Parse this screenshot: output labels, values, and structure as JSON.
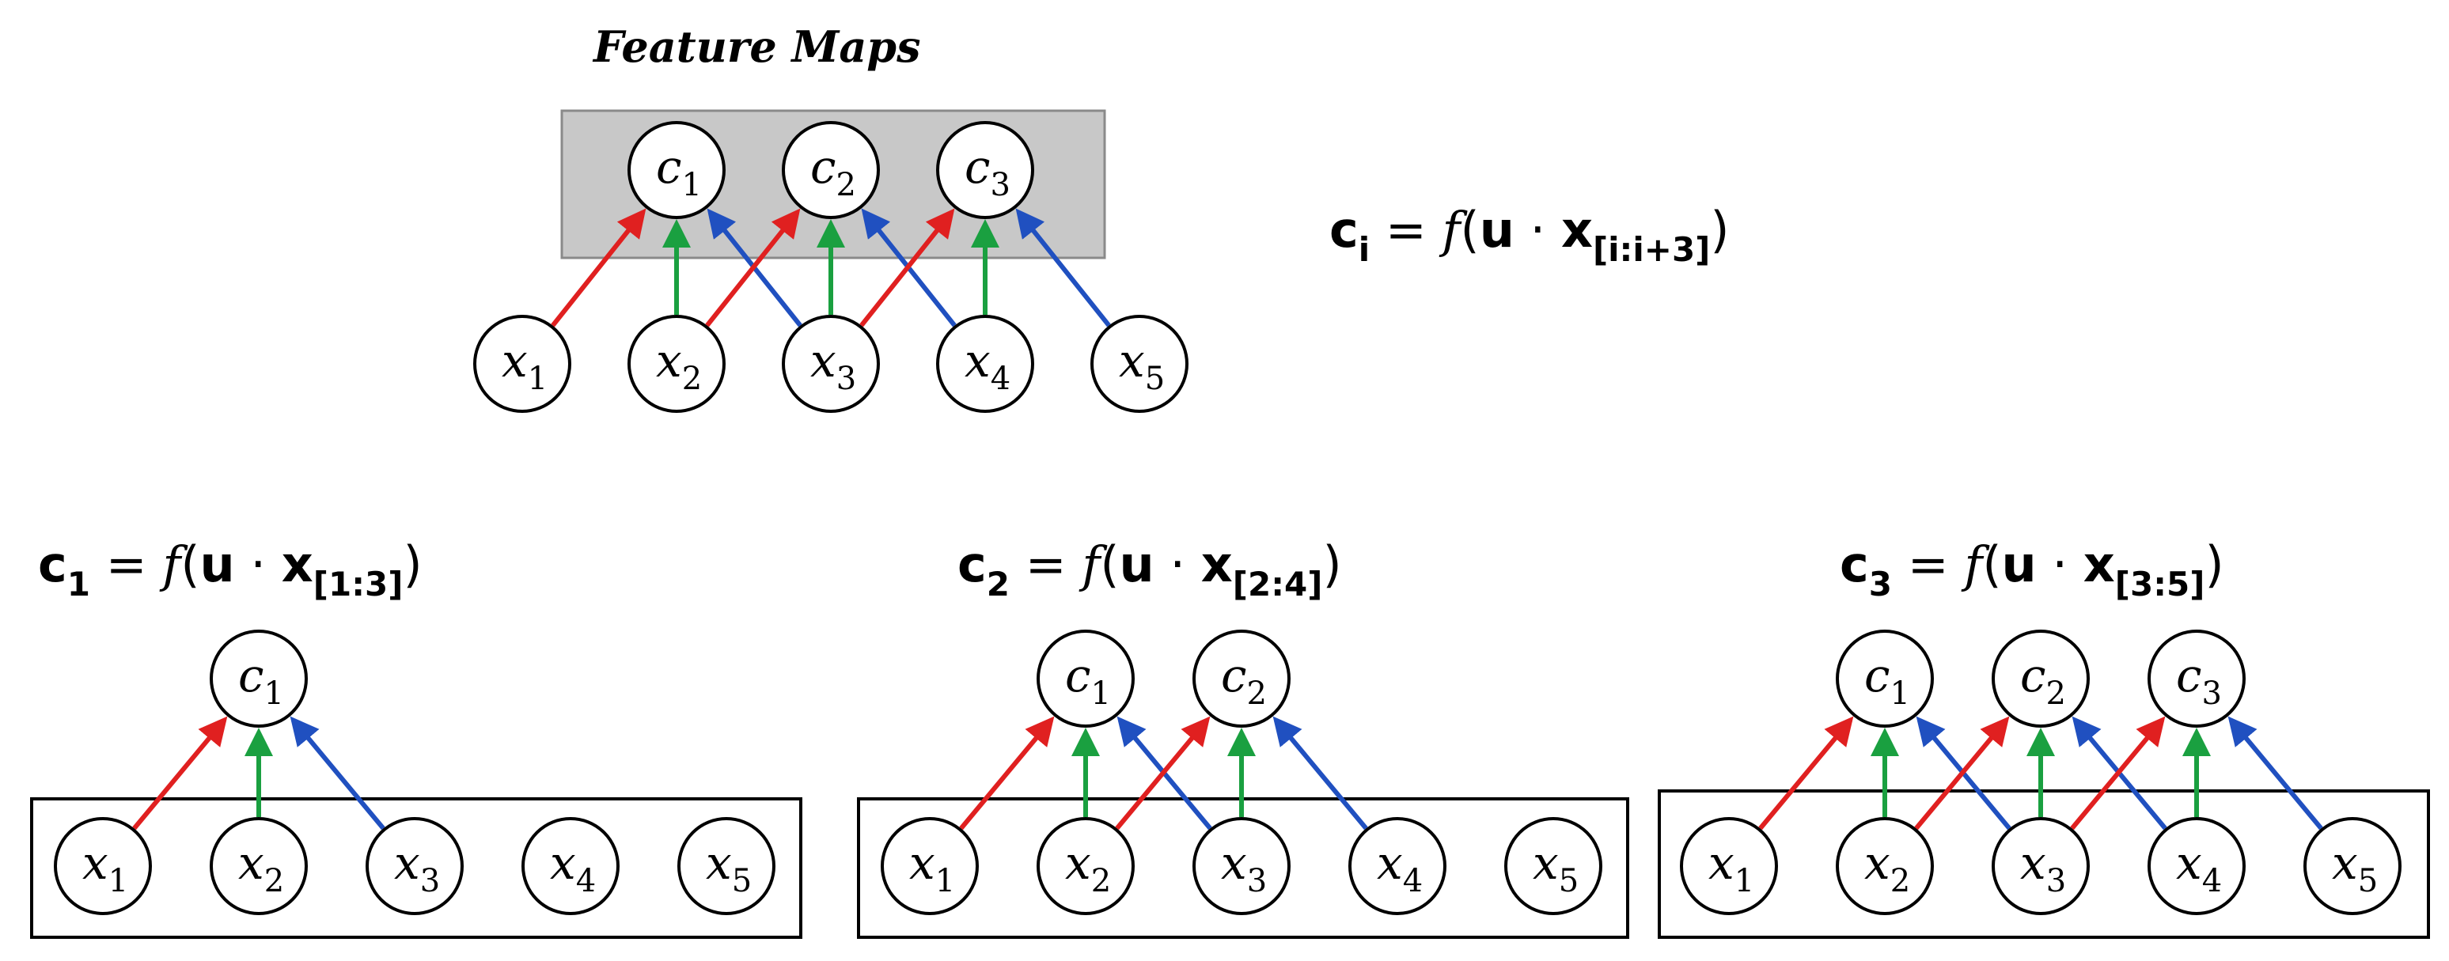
{
  "colors": {
    "left_edge": "#e02020",
    "center_edge": "#1aa040",
    "right_edge": "#2050c0",
    "feature_box": "#c8c8c8"
  },
  "top": {
    "title": "Feature Maps",
    "formula": {
      "lhs": "c",
      "lhs_sub": "i",
      "eq": " = ",
      "func": "f",
      "open": "(",
      "u": "u",
      "dot": " · ",
      "x": "x",
      "range": "[i:i+3]",
      "close": ")"
    },
    "outputs": [
      {
        "letter": "c",
        "sub": "1"
      },
      {
        "letter": "c",
        "sub": "2"
      },
      {
        "letter": "c",
        "sub": "3"
      }
    ],
    "inputs": [
      {
        "letter": "x",
        "sub": "1"
      },
      {
        "letter": "x",
        "sub": "2"
      },
      {
        "letter": "x",
        "sub": "3"
      },
      {
        "letter": "x",
        "sub": "4"
      },
      {
        "letter": "x",
        "sub": "5"
      }
    ]
  },
  "panels": [
    {
      "formula": {
        "lhs": "c",
        "lhs_sub": "1",
        "eq": " = ",
        "func": "f",
        "open": "(",
        "u": "u",
        "dot": " · ",
        "x": "x",
        "range": "[1:3]",
        "close": ")"
      },
      "outputs": [
        {
          "letter": "c",
          "sub": "1"
        }
      ],
      "inputs": [
        {
          "letter": "x",
          "sub": "1"
        },
        {
          "letter": "x",
          "sub": "2"
        },
        {
          "letter": "x",
          "sub": "3"
        },
        {
          "letter": "x",
          "sub": "4"
        },
        {
          "letter": "x",
          "sub": "5"
        }
      ]
    },
    {
      "formula": {
        "lhs": "c",
        "lhs_sub": "2",
        "eq": " = ",
        "func": "f",
        "open": "(",
        "u": "u",
        "dot": " · ",
        "x": "x",
        "range": "[2:4]",
        "close": ")"
      },
      "outputs": [
        {
          "letter": "c",
          "sub": "1"
        },
        {
          "letter": "c",
          "sub": "2"
        }
      ],
      "inputs": [
        {
          "letter": "x",
          "sub": "1"
        },
        {
          "letter": "x",
          "sub": "2"
        },
        {
          "letter": "x",
          "sub": "3"
        },
        {
          "letter": "x",
          "sub": "4"
        },
        {
          "letter": "x",
          "sub": "5"
        }
      ]
    },
    {
      "formula": {
        "lhs": "c",
        "lhs_sub": "3",
        "eq": " = ",
        "func": "f",
        "open": "(",
        "u": "u",
        "dot": " · ",
        "x": "x",
        "range": "[3:5]",
        "close": ")"
      },
      "outputs": [
        {
          "letter": "c",
          "sub": "1"
        },
        {
          "letter": "c",
          "sub": "2"
        },
        {
          "letter": "c",
          "sub": "3"
        }
      ],
      "inputs": [
        {
          "letter": "x",
          "sub": "1"
        },
        {
          "letter": "x",
          "sub": "2"
        },
        {
          "letter": "x",
          "sub": "3"
        },
        {
          "letter": "x",
          "sub": "4"
        },
        {
          "letter": "x",
          "sub": "5"
        }
      ]
    }
  ]
}
